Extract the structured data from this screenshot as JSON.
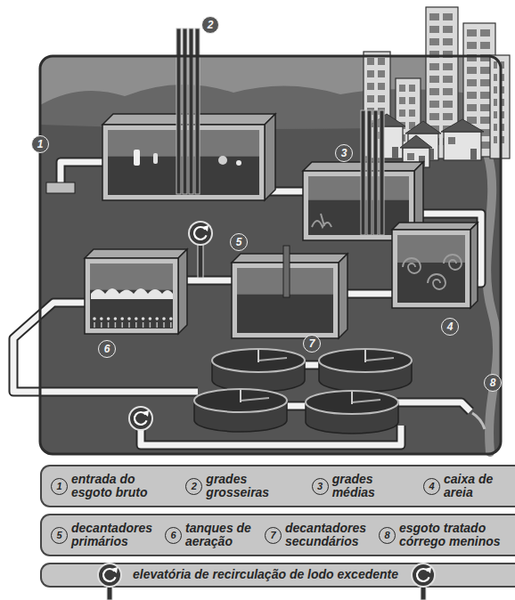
{
  "diagram": {
    "nodes": [
      {
        "text": [
          "1",
          "entrada do esgoto bruto",
          "2",
          "grades grosseiras",
          "3",
          "grades médias",
          "4",
          "caixa de areia"
        ]
      },
      {
        "text": [
          "5",
          "decantadores primários",
          "6",
          "tanques de aeração",
          "7",
          "decantadores secundários",
          "8",
          "esgoto tratado córrego meninos"
        ]
      },
      {
        "text": [
          "elevatória de recirculação de lodo excedente"
        ]
      }
    ],
    "labels": [
      "1",
      "2",
      "3",
      "4",
      "5",
      "6",
      "7",
      "8"
    ]
  }
}
